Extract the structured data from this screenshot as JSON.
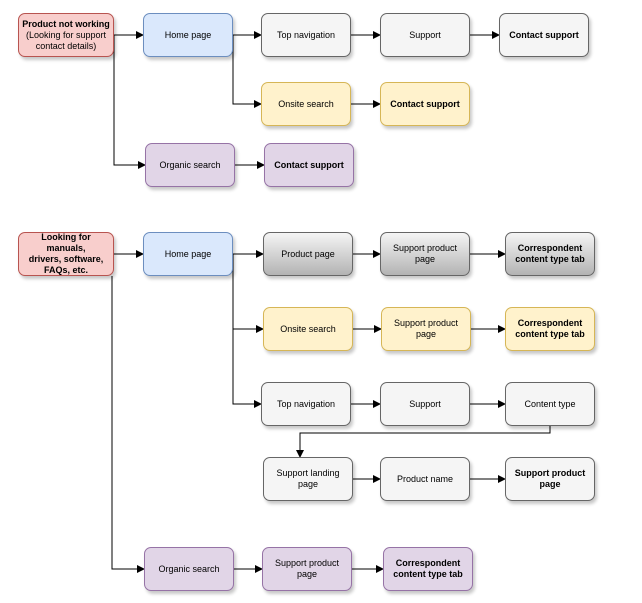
{
  "nodes": {
    "product_not_working": {
      "label": "Product not working",
      "sub": "(Looking for support\ncontact details)"
    },
    "home_page_1": {
      "label": "Home page"
    },
    "top_navigation_1": {
      "label": "Top navigation"
    },
    "support_1": {
      "label": "Support"
    },
    "contact_support_1": {
      "label": "Contact support"
    },
    "onsite_search_1": {
      "label": "Onsite search"
    },
    "contact_support_2": {
      "label": "Contact support"
    },
    "organic_search_1": {
      "label": "Organic search"
    },
    "contact_support_3": {
      "label": "Contact support"
    },
    "looking_for_manuals": {
      "label": "Looking for manuals,\ndrivers, software,\nFAQs, etc."
    },
    "home_page_2": {
      "label": "Home page"
    },
    "product_page": {
      "label": "Product page"
    },
    "support_product_page_1": {
      "label": "Support product page"
    },
    "correspondent_tab_1": {
      "label": "Correspondent\ncontent type tab"
    },
    "onsite_search_2": {
      "label": "Onsite search"
    },
    "support_product_page_2": {
      "label": "Support product page"
    },
    "correspondent_tab_2": {
      "label": "Correspondent\ncontent type tab"
    },
    "top_navigation_2": {
      "label": "Top navigation"
    },
    "support_2": {
      "label": "Support"
    },
    "content_type": {
      "label": "Content type"
    },
    "support_landing_page": {
      "label": "Support landing page"
    },
    "product_name": {
      "label": "Product name"
    },
    "support_product_page_3": {
      "label": "Support product\npage"
    },
    "organic_search_2": {
      "label": "Organic search"
    },
    "support_product_page_4": {
      "label": "Support product page"
    },
    "correspondent_tab_3": {
      "label": "Correspondent\ncontent type tab"
    }
  },
  "colors": {
    "start": "#f8cecc",
    "home": "#dae8fc",
    "navigation": "#f5f5f5",
    "search": "#fff2cc",
    "organic": "#e1d5e7",
    "edge": "#000000"
  }
}
